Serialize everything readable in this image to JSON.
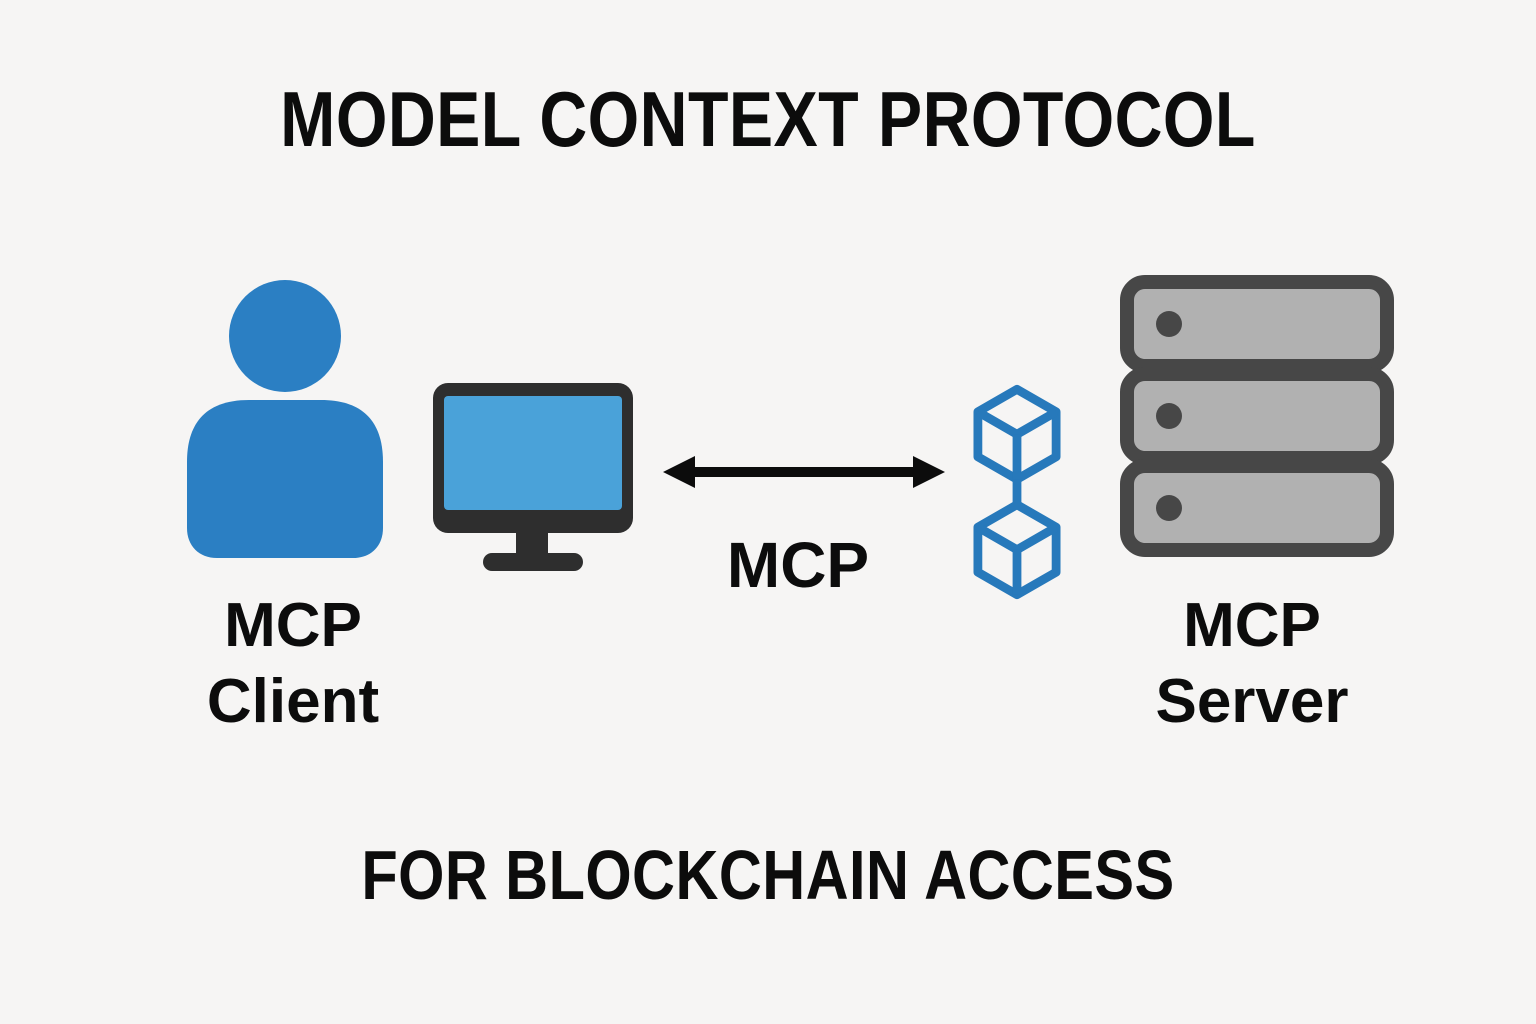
{
  "title": "MODEL CONTEXT PROTOCOL",
  "subtitle": "FOR BLOCKCHAIN ACCESS",
  "client": {
    "icon": "user-icon",
    "device_icon": "monitor-icon",
    "label_line1": "MCP",
    "label_line2": "Client"
  },
  "connection": {
    "icon": "double-arrow-icon",
    "label": "MCP"
  },
  "blockchain": {
    "icon": "blockchain-cubes-icon"
  },
  "server": {
    "icon": "server-stack-icon",
    "label_line1": "MCP",
    "label_line2": "Server"
  },
  "colors": {
    "bg": "#f6f5f4",
    "text": "#0c0c0c",
    "person_blue": "#2b7fc3",
    "screen_blue": "#4aa2d9",
    "frame_dark": "#2e2e2e",
    "cube_blue": "#2779bb",
    "server_border": "#474747",
    "server_fill": "#b1b1b1",
    "arrow_black": "#0c0c0c"
  }
}
